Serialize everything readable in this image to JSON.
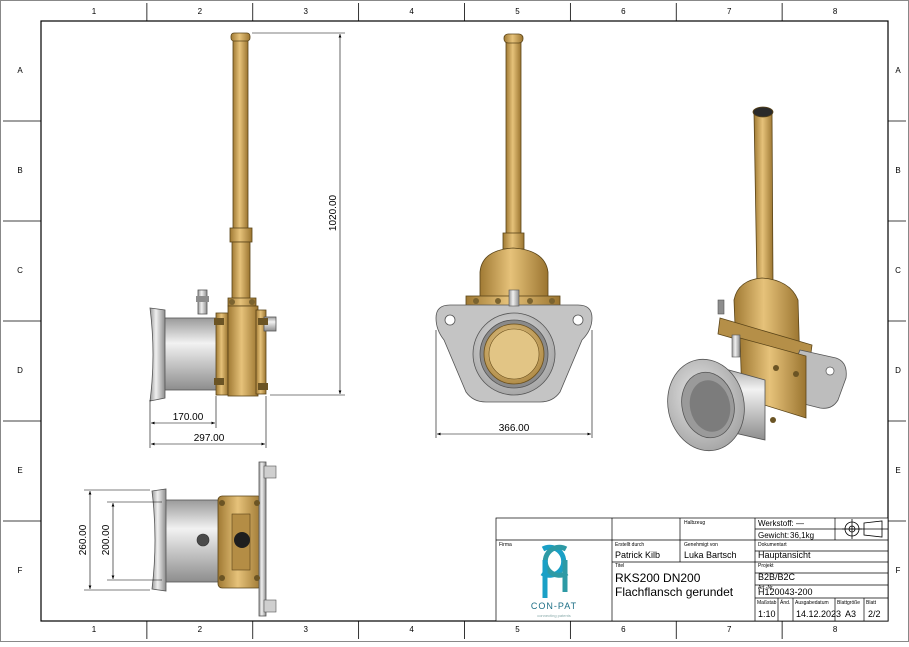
{
  "frame": {
    "columns": [
      "1",
      "2",
      "3",
      "4",
      "5",
      "6",
      "7",
      "8"
    ],
    "rows": [
      "A",
      "B",
      "C",
      "D",
      "E",
      "F"
    ]
  },
  "dimensions": {
    "height_total": "1020.00",
    "inlet_length": "170.00",
    "overall_length": "297.00",
    "flange_width": "366.00",
    "outer_height": "260.00",
    "inner_height": "200.00"
  },
  "title_block": {
    "halbzeug_label": "Halbzeug",
    "werkstoff_label": "Werkstoff:",
    "werkstoff_value": "—",
    "gewicht_label": "Gewicht:",
    "gewicht_value": "36,1kg",
    "firma_label": "Firma",
    "erstellt_label": "Erstellt durch",
    "erstellt_value": "Patrick Kilb",
    "genehmigt_label": "Genehmigt von",
    "genehmigt_value": "Luka Bartsch",
    "dokumentart_label": "Dokumentart",
    "dokumentart_value": "Hauptansicht",
    "titel_label": "Titel",
    "titel_line1": "RKS200 DN200",
    "titel_line2": "Flachflansch gerundet",
    "projekt_label": "Projekt",
    "projekt_value": "B2B/B2C",
    "artnr_label": "Art.-Nr.",
    "artnr_value": "H120043-200",
    "massstab_label": "Maßstab",
    "massstab_value": "1:10",
    "aend_label": "Änd.",
    "aend_value": "",
    "ausgabe_label": "Ausgabedatum",
    "ausgabe_value": "14.12.2023",
    "blattgroesse_label": "Blattgröße",
    "blattgroesse_value": "A3",
    "blatt_label": "Blatt",
    "blatt_value": "2/2",
    "logo_text": "CON-PAT",
    "logo_tagline": "connecting patents"
  },
  "colors": {
    "brass": "#c8a25a",
    "brass_dark": "#8a6a2c",
    "steel": "#c9c9c9",
    "steel_dark": "#8c8c8c",
    "line": "#000000",
    "logo_blue": "#1aa0c6",
    "logo_teal": "#2d9aa5"
  }
}
